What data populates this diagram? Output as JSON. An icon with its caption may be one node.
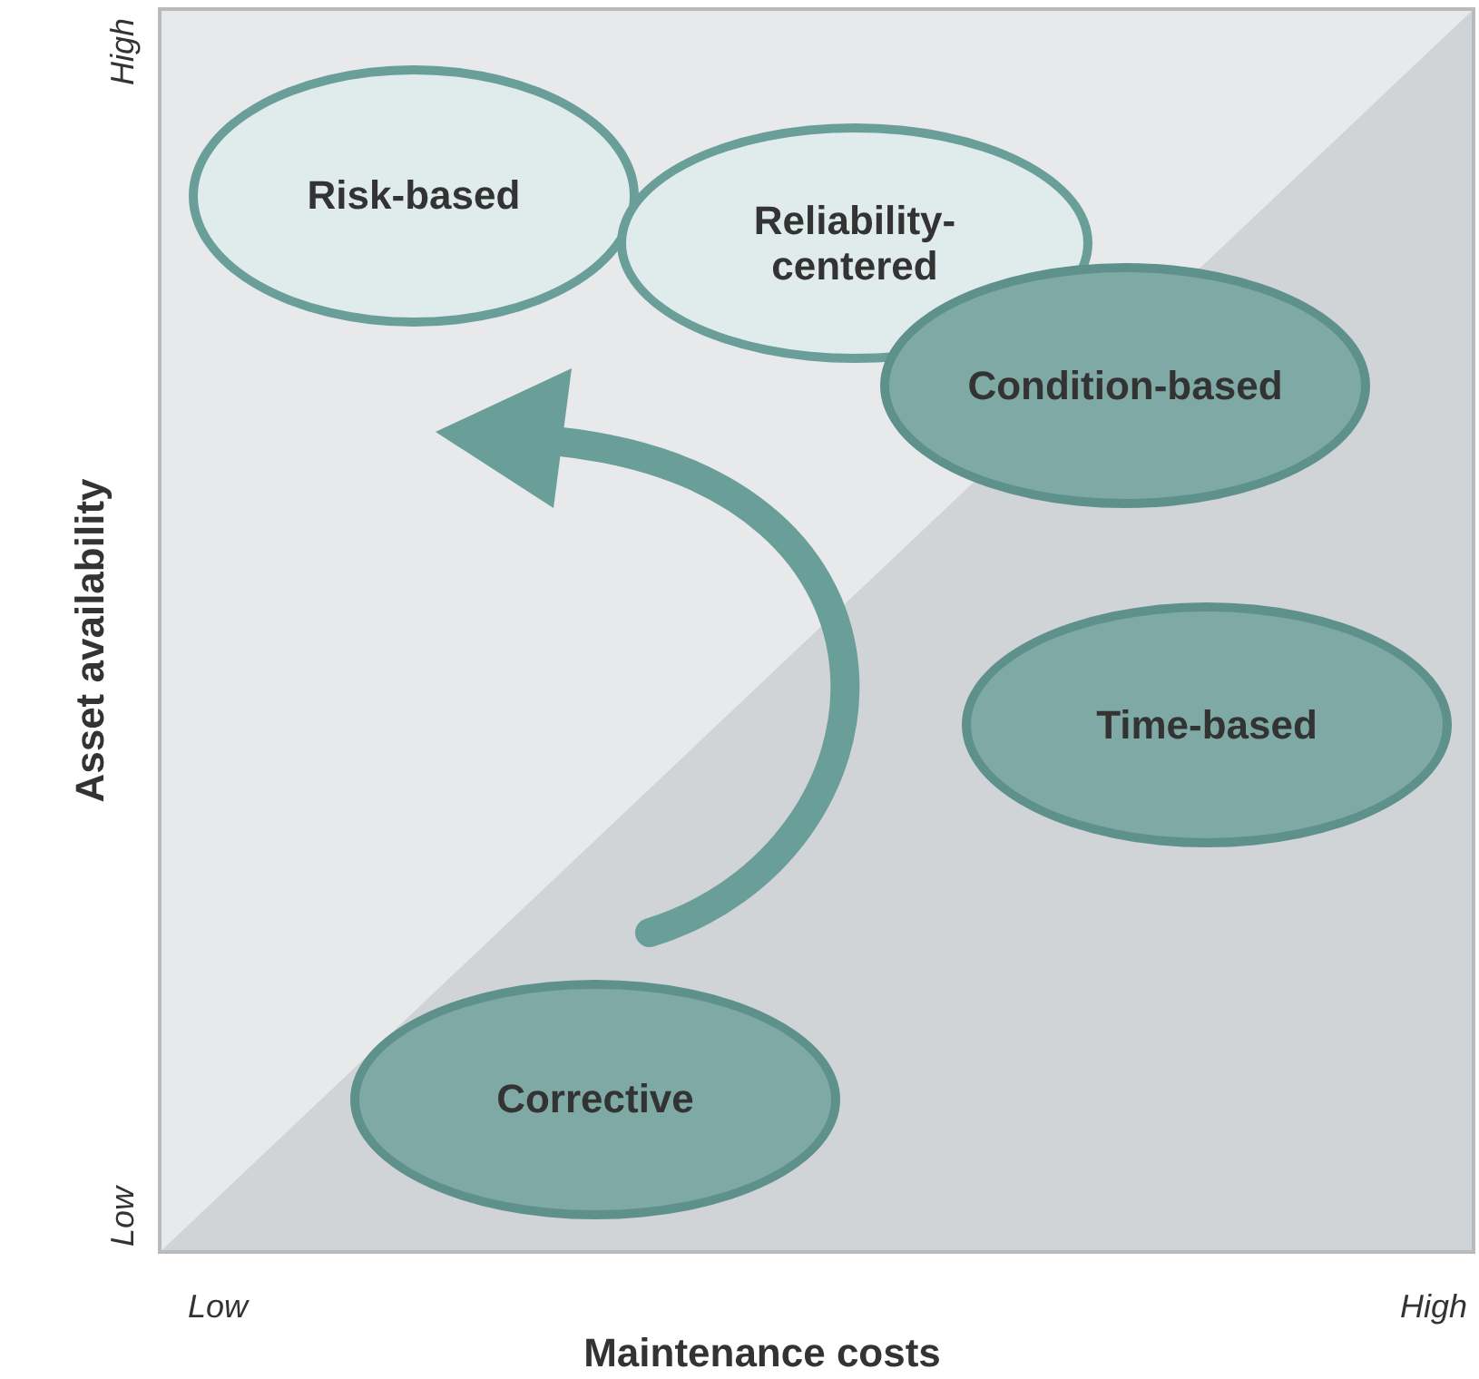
{
  "diagram": {
    "nodes": [
      {
        "text": [
          "Risk-based"
        ]
      },
      {
        "text": [
          "Reliability- centered"
        ]
      },
      {
        "text": [
          "Condition-based"
        ]
      },
      {
        "text": [
          "Time-based"
        ]
      },
      {
        "text": [
          "Corrective"
        ]
      }
    ],
    "labels": [
      "High",
      "Asset availability",
      "Low",
      "Low",
      "High",
      "Maintenance costs"
    ]
  }
}
